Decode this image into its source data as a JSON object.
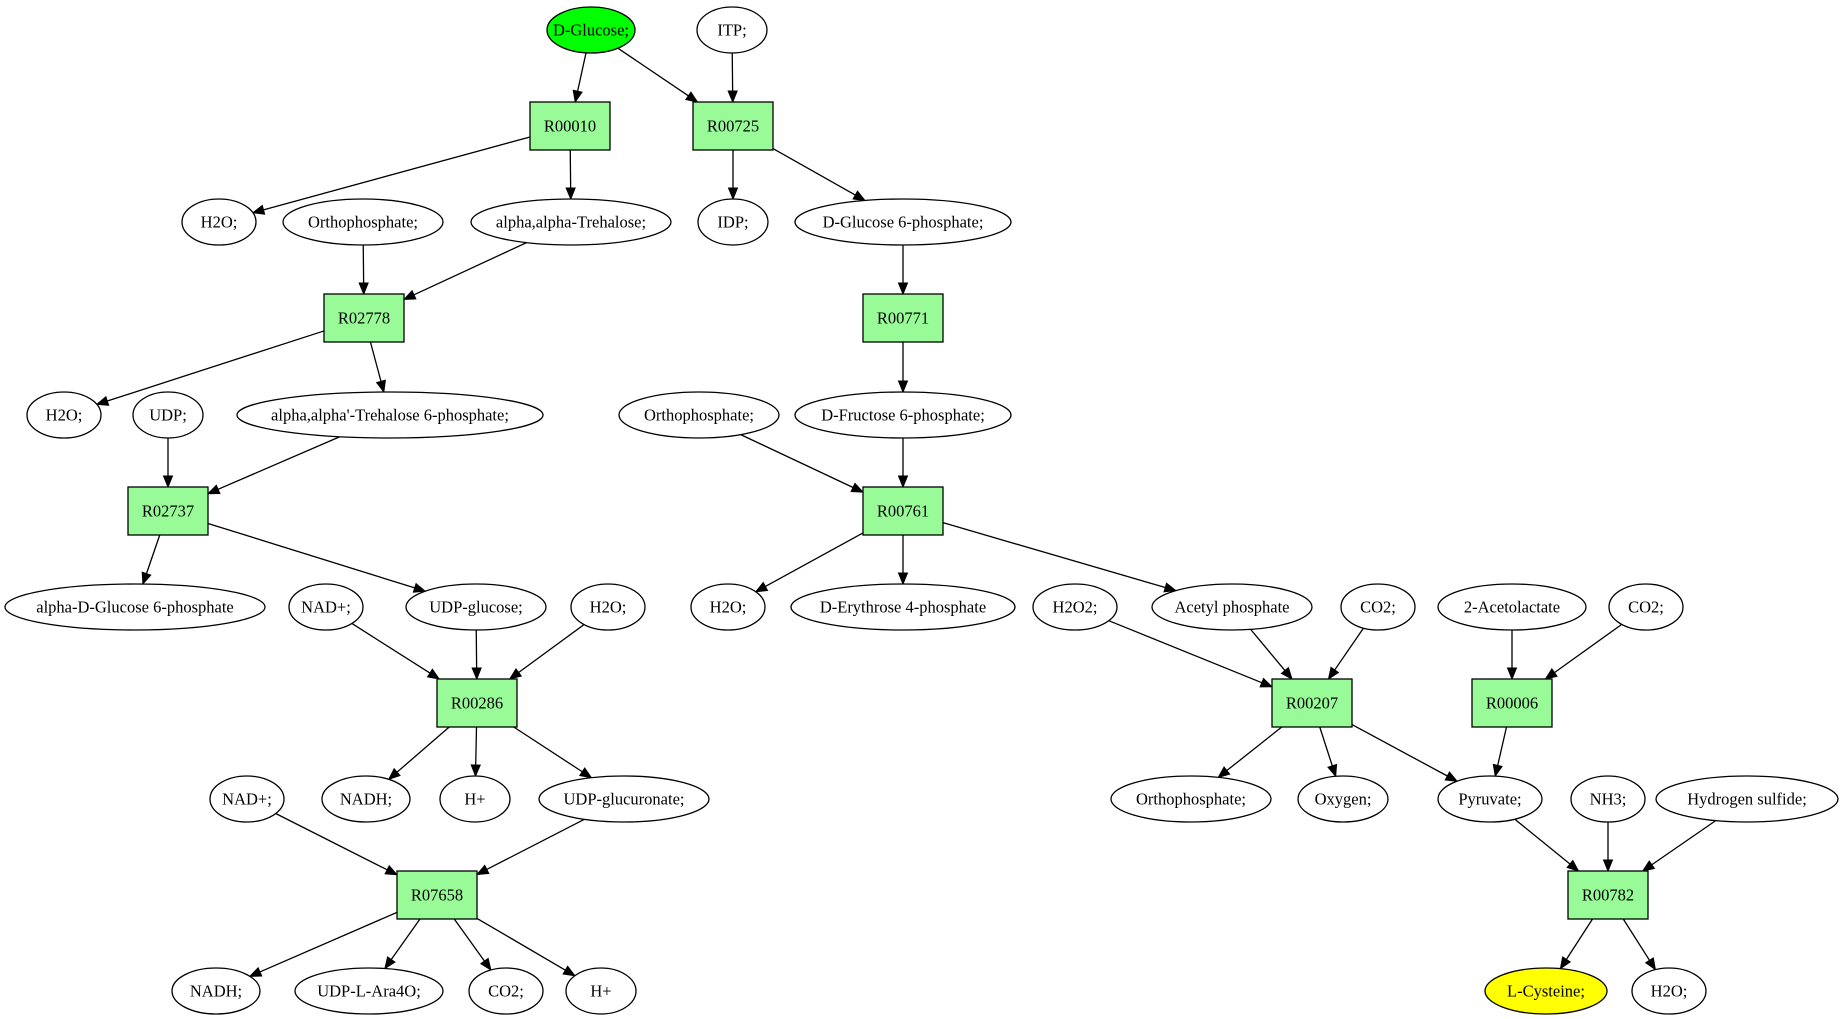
{
  "colors": {
    "reaction_fill": "#98fb98",
    "start_fill": "#00ff00",
    "target_fill": "#ffff00",
    "compound_fill": "#ffffff",
    "stroke": "#000000"
  },
  "nodes": [
    {
      "id": "c_dglucose",
      "kind": "compound",
      "label": "D-Glucose;",
      "role": "start"
    },
    {
      "id": "c_itp",
      "kind": "compound",
      "label": "ITP;"
    },
    {
      "id": "r_R00010",
      "kind": "reaction",
      "label": "R00010"
    },
    {
      "id": "r_R00725",
      "kind": "reaction",
      "label": "R00725"
    },
    {
      "id": "c_h2o_1",
      "kind": "compound",
      "label": "H2O;"
    },
    {
      "id": "c_orthophosphate_1",
      "kind": "compound",
      "label": "Orthophosphate;"
    },
    {
      "id": "c_trehalose",
      "kind": "compound",
      "label": "alpha,alpha-Trehalose;"
    },
    {
      "id": "c_idp",
      "kind": "compound",
      "label": "IDP;"
    },
    {
      "id": "c_g6p",
      "kind": "compound",
      "label": "D-Glucose 6-phosphate;"
    },
    {
      "id": "r_R02778",
      "kind": "reaction",
      "label": "R02778"
    },
    {
      "id": "r_R00771",
      "kind": "reaction",
      "label": "R00771"
    },
    {
      "id": "c_h2o_2",
      "kind": "compound",
      "label": "H2O;"
    },
    {
      "id": "c_udp",
      "kind": "compound",
      "label": "UDP;"
    },
    {
      "id": "c_trehalose6p",
      "kind": "compound",
      "label": "alpha,alpha'-Trehalose 6-phosphate;"
    },
    {
      "id": "c_orthophosphate_2",
      "kind": "compound",
      "label": "Orthophosphate;"
    },
    {
      "id": "c_f6p",
      "kind": "compound",
      "label": "D-Fructose 6-phosphate;"
    },
    {
      "id": "r_R02737",
      "kind": "reaction",
      "label": "R02737"
    },
    {
      "id": "r_R00761",
      "kind": "reaction",
      "label": "R00761"
    },
    {
      "id": "c_adg6p",
      "kind": "compound",
      "label": "alpha-D-Glucose 6-phosphate"
    },
    {
      "id": "c_nad_1",
      "kind": "compound",
      "label": "NAD+;"
    },
    {
      "id": "c_udpglucose",
      "kind": "compound",
      "label": "UDP-glucose;"
    },
    {
      "id": "c_h2o_3",
      "kind": "compound",
      "label": "H2O;"
    },
    {
      "id": "c_h2o_4",
      "kind": "compound",
      "label": "H2O;"
    },
    {
      "id": "c_e4p",
      "kind": "compound",
      "label": "D-Erythrose 4-phosphate"
    },
    {
      "id": "c_h2o2",
      "kind": "compound",
      "label": "H2O2;"
    },
    {
      "id": "c_acetylp",
      "kind": "compound",
      "label": "Acetyl phosphate"
    },
    {
      "id": "c_co2_1",
      "kind": "compound",
      "label": "CO2;"
    },
    {
      "id": "c_acetolactate",
      "kind": "compound",
      "label": "2-Acetolactate"
    },
    {
      "id": "c_co2_2",
      "kind": "compound",
      "label": "CO2;"
    },
    {
      "id": "r_R00286",
      "kind": "reaction",
      "label": "R00286"
    },
    {
      "id": "r_R00207",
      "kind": "reaction",
      "label": "R00207"
    },
    {
      "id": "r_R00006",
      "kind": "reaction",
      "label": "R00006"
    },
    {
      "id": "c_nad_2",
      "kind": "compound",
      "label": "NAD+;"
    },
    {
      "id": "c_nadh_1",
      "kind": "compound",
      "label": "NADH;"
    },
    {
      "id": "c_hplus_1",
      "kind": "compound",
      "label": "H+"
    },
    {
      "id": "c_udpglucuronate",
      "kind": "compound",
      "label": "UDP-glucuronate;"
    },
    {
      "id": "c_orthophosphate_3",
      "kind": "compound",
      "label": "Orthophosphate;"
    },
    {
      "id": "c_oxygen",
      "kind": "compound",
      "label": "Oxygen;"
    },
    {
      "id": "c_pyruvate",
      "kind": "compound",
      "label": "Pyruvate;"
    },
    {
      "id": "c_nh3",
      "kind": "compound",
      "label": "NH3;"
    },
    {
      "id": "c_h2s",
      "kind": "compound",
      "label": "Hydrogen sulfide;"
    },
    {
      "id": "r_R07658",
      "kind": "reaction",
      "label": "R07658"
    },
    {
      "id": "r_R00782",
      "kind": "reaction",
      "label": "R00782"
    },
    {
      "id": "c_nadh_2",
      "kind": "compound",
      "label": "NADH;"
    },
    {
      "id": "c_udpara",
      "kind": "compound",
      "label": "UDP-L-Ara4O;"
    },
    {
      "id": "c_co2_3",
      "kind": "compound",
      "label": "CO2;"
    },
    {
      "id": "c_hplus_2",
      "kind": "compound",
      "label": "H+"
    },
    {
      "id": "c_cysteine",
      "kind": "compound",
      "label": "L-Cysteine;",
      "role": "target"
    },
    {
      "id": "c_h2o_5",
      "kind": "compound",
      "label": "H2O;"
    }
  ],
  "edges": [
    [
      "c_dglucose",
      "r_R00010"
    ],
    [
      "c_dglucose",
      "r_R00725"
    ],
    [
      "c_itp",
      "r_R00725"
    ],
    [
      "r_R00010",
      "c_h2o_1"
    ],
    [
      "r_R00010",
      "c_trehalose"
    ],
    [
      "r_R00725",
      "c_idp"
    ],
    [
      "r_R00725",
      "c_g6p"
    ],
    [
      "c_orthophosphate_1",
      "r_R02778"
    ],
    [
      "c_trehalose",
      "r_R02778"
    ],
    [
      "c_g6p",
      "r_R00771"
    ],
    [
      "r_R02778",
      "c_h2o_2"
    ],
    [
      "r_R02778",
      "c_trehalose6p"
    ],
    [
      "r_R00771",
      "c_f6p"
    ],
    [
      "c_udp",
      "r_R02737"
    ],
    [
      "c_trehalose6p",
      "r_R02737"
    ],
    [
      "c_orthophosphate_2",
      "r_R00761"
    ],
    [
      "c_f6p",
      "r_R00761"
    ],
    [
      "r_R02737",
      "c_adg6p"
    ],
    [
      "r_R02737",
      "c_udpglucose"
    ],
    [
      "r_R00761",
      "c_h2o_4"
    ],
    [
      "r_R00761",
      "c_e4p"
    ],
    [
      "r_R00761",
      "c_acetylp"
    ],
    [
      "c_nad_1",
      "r_R00286"
    ],
    [
      "c_udpglucose",
      "r_R00286"
    ],
    [
      "c_h2o_3",
      "r_R00286"
    ],
    [
      "c_h2o2",
      "r_R00207"
    ],
    [
      "c_acetylp",
      "r_R00207"
    ],
    [
      "c_co2_1",
      "r_R00207"
    ],
    [
      "c_acetolactate",
      "r_R00006"
    ],
    [
      "c_co2_2",
      "r_R00006"
    ],
    [
      "r_R00286",
      "c_nadh_1"
    ],
    [
      "r_R00286",
      "c_hplus_1"
    ],
    [
      "r_R00286",
      "c_udpglucuronate"
    ],
    [
      "r_R00207",
      "c_orthophosphate_3"
    ],
    [
      "r_R00207",
      "c_oxygen"
    ],
    [
      "r_R00207",
      "c_pyruvate"
    ],
    [
      "r_R00006",
      "c_pyruvate"
    ],
    [
      "c_nad_2",
      "r_R07658"
    ],
    [
      "c_udpglucuronate",
      "r_R07658"
    ],
    [
      "c_pyruvate",
      "r_R00782"
    ],
    [
      "c_nh3",
      "r_R00782"
    ],
    [
      "c_h2s",
      "r_R00782"
    ],
    [
      "r_R07658",
      "c_nadh_2"
    ],
    [
      "r_R07658",
      "c_udpara"
    ],
    [
      "r_R07658",
      "c_co2_3"
    ],
    [
      "r_R07658",
      "c_hplus_2"
    ],
    [
      "r_R00782",
      "c_cysteine"
    ],
    [
      "r_R00782",
      "c_h2o_5"
    ]
  ]
}
